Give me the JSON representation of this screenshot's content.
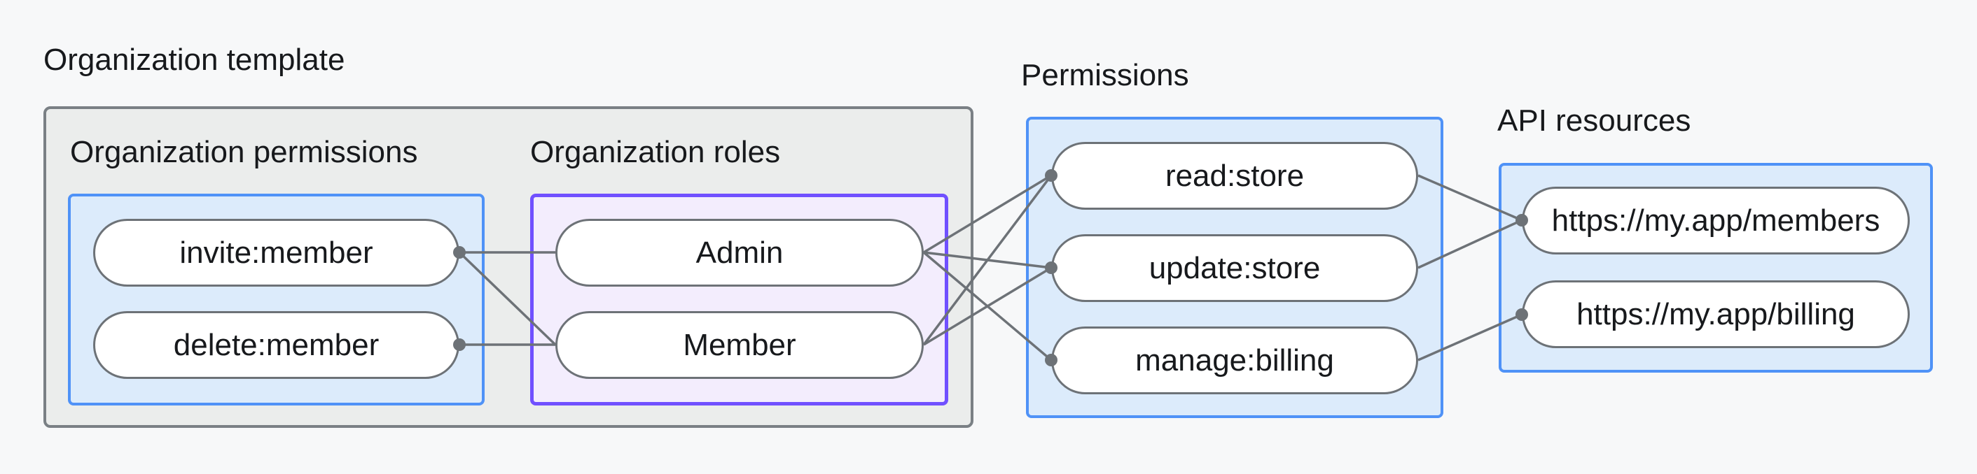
{
  "diagram": {
    "template_title": "Organization template",
    "org_permissions": {
      "label": "Organization permissions",
      "pills": [
        "invite:member",
        "delete:member"
      ]
    },
    "org_roles": {
      "label": "Organization roles",
      "pills": [
        "Admin",
        "Member"
      ]
    },
    "permissions": {
      "label": "Permissions",
      "pills": [
        "read:store",
        "update:store",
        "manage:billing"
      ]
    },
    "api_resources": {
      "label": "API resources",
      "pills": [
        "https://my.app/members",
        "https://my.app/billing"
      ]
    },
    "edges": [
      {
        "from": "invite:member",
        "to": "Admin"
      },
      {
        "from": "invite:member",
        "to": "Member"
      },
      {
        "from": "delete:member",
        "to": "Member"
      },
      {
        "from": "Admin",
        "to": "read:store"
      },
      {
        "from": "Admin",
        "to": "update:store"
      },
      {
        "from": "Admin",
        "to": "manage:billing"
      },
      {
        "from": "Member",
        "to": "read:store"
      },
      {
        "from": "Member",
        "to": "update:store"
      },
      {
        "from": "read:store",
        "to": "https://my.app/members"
      },
      {
        "from": "update:store",
        "to": "https://my.app/members"
      },
      {
        "from": "manage:billing",
        "to": "https://my.app/billing"
      }
    ],
    "colors": {
      "background": "#f7f8f9",
      "gray_box_fill": "#ebedec",
      "gray_box_border": "#7a8085",
      "blue_box_fill": "#dcebfb",
      "blue_box_border": "#4f92f7",
      "purple_box_fill": "#f3edfd",
      "purple_box_border": "#7050ff",
      "pill_fill": "#ffffff",
      "pill_border": "#6d7277",
      "connector": "#6d7277",
      "text": "#17191c"
    }
  }
}
